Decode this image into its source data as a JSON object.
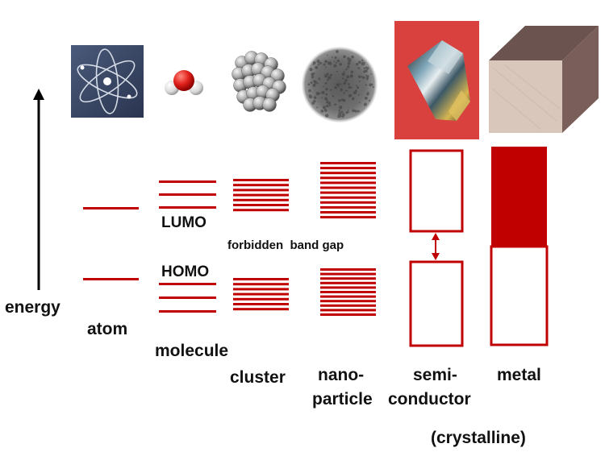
{
  "axis": {
    "label": "energy"
  },
  "orbitals": {
    "lumo": "LUMO",
    "homo": "HOMO"
  },
  "gap_label": "forbidden  band gap",
  "columns": [
    {
      "id": "atom",
      "label": "atom",
      "image": "atom-illustration"
    },
    {
      "id": "molecule",
      "label": "molecule",
      "image": "water-molecule-model"
    },
    {
      "id": "cluster",
      "label": "cluster",
      "image": "atomic-cluster-model"
    },
    {
      "id": "nanoparticle",
      "label_line1": "nano-",
      "label_line2": "particle",
      "image": "nanoparticle-micrograph"
    },
    {
      "id": "semiconductor",
      "label_line1": "semi-",
      "label_line2": "conductor",
      "image": "semiconductor-crystal-photo"
    },
    {
      "id": "metal",
      "label": "metal",
      "image": "metal-bar-photo"
    }
  ],
  "footnote": "(crystalline)",
  "colors": {
    "level": "#c00000",
    "arrow": "#000000",
    "semiconductor_bg": "#d9413e"
  }
}
